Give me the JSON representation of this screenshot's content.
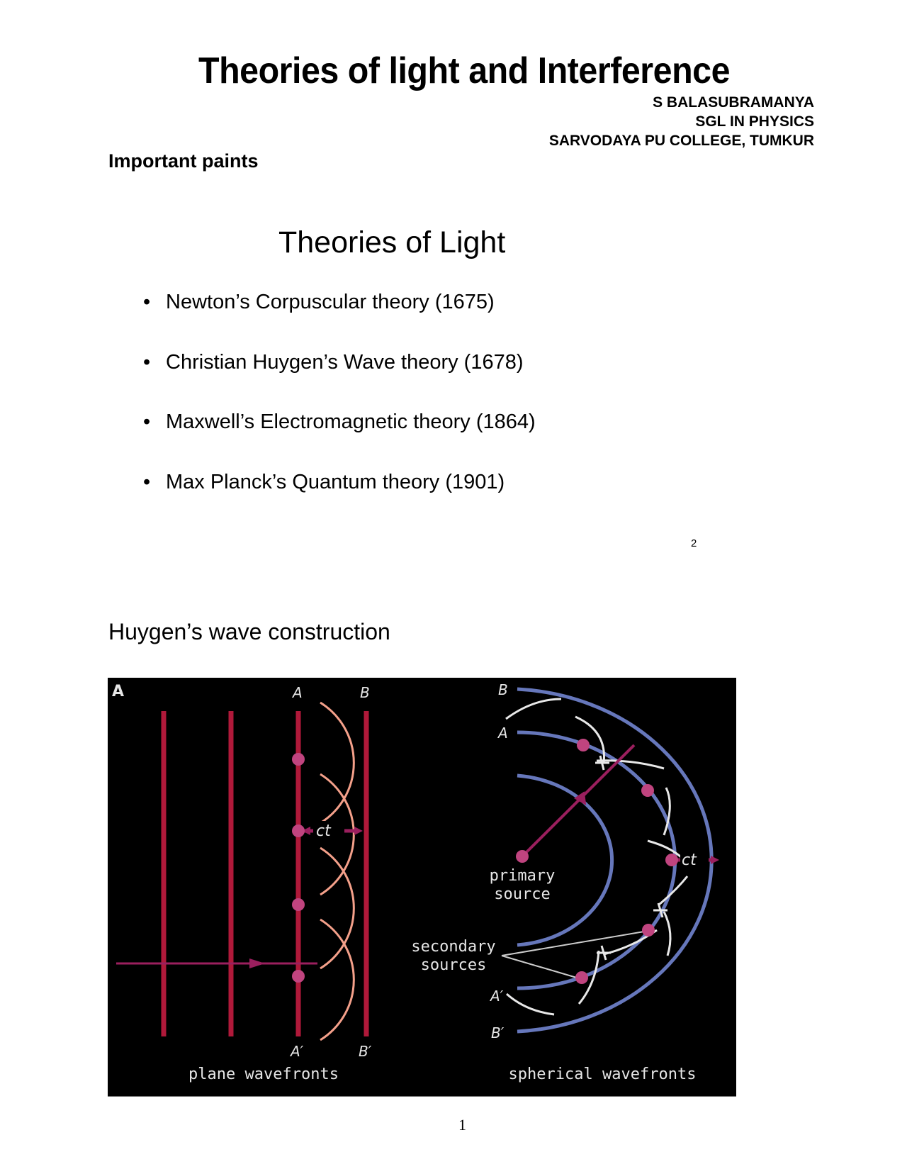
{
  "document": {
    "title": "Theories of light and Interference",
    "author_lines": [
      "S BALASUBRAMANYA",
      "SGL IN PHYSICS",
      "SARVODAYA PU COLLEGE, TUMKUR"
    ],
    "section_heading": "Important paints",
    "page_number": "1"
  },
  "slide": {
    "title": "Theories of Light",
    "bullets": [
      "Newton’s Corpuscular theory (1675)",
      "Christian Huygen’s Wave theory (1678)",
      "Maxwell’s Electromagnetic theory (1864)",
      "Max Planck’s Quantum theory (1901)"
    ],
    "bullet_glyph": "•",
    "slide_number": "2"
  },
  "figure_section": {
    "heading": "Huygen’s wave construction",
    "panel_label": "A",
    "plane": {
      "label_top_A": "A",
      "label_top_B": "B",
      "label_bottom_A": "A′",
      "label_bottom_B": "B′",
      "distance_label": "ct",
      "caption": "plane wavefronts"
    },
    "spherical": {
      "label_B": "B",
      "label_A": "A",
      "label_A_prime": "A′",
      "label_B_prime": "B′",
      "distance_label": "ct",
      "primary_label_1": "primary",
      "primary_label_2": "source",
      "secondary_label_1": "secondary",
      "secondary_label_2": "sources",
      "caption": "spherical wavefronts"
    },
    "colors": {
      "background": "#000000",
      "plane_wavefront": "#b0193a",
      "wavelet_orange": "#f4a08a",
      "spherical_wavefront": "#6677bb",
      "wavelet_white": "#e8e8e8",
      "source_dot": "#c0447f",
      "ray": "#9b1f5e",
      "label": "#e6e6e6"
    }
  }
}
